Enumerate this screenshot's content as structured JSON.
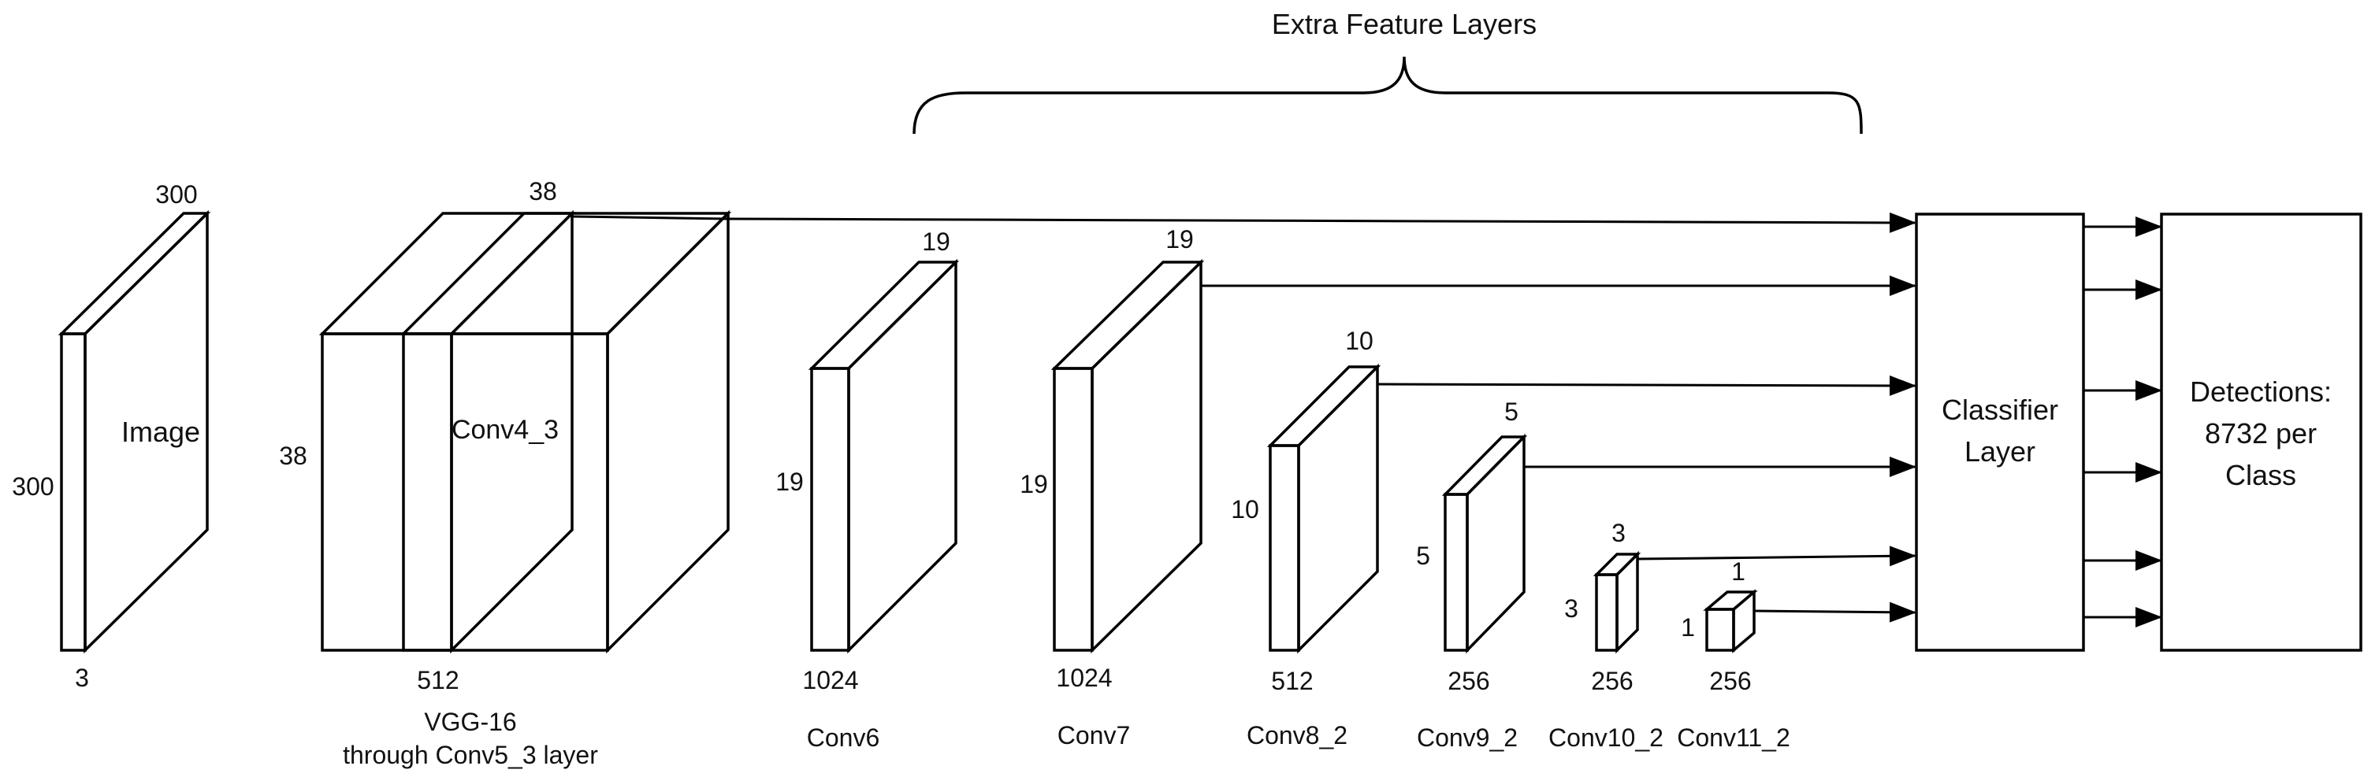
{
  "colors": {
    "image_front": "#a9d2ee",
    "image_side": "#deeef9",
    "feature_front": "#bde0b4",
    "feature_side": "#e1f1dc",
    "output_box": "#fde1d2",
    "stroke": "#000000",
    "white": "#ffffff"
  },
  "header": {
    "extra_layers_label": "Extra Feature Layers"
  },
  "image_block": {
    "label": "Image",
    "dim_top": "300",
    "dim_side": "300",
    "dim_bottom": "3"
  },
  "vgg_block": {
    "dim_left": "38",
    "dim_bottom": "512",
    "inner_label": "Conv4_3",
    "inner_dim_top": "38",
    "caption_line1": "VGG-16",
    "caption_line2": "through Conv5_3 layer"
  },
  "layers": [
    {
      "name": "Conv6",
      "dim_top": "19",
      "dim_side": "19",
      "channels": "1024"
    },
    {
      "name": "Conv7",
      "dim_top": "19",
      "dim_side": "19",
      "channels": "1024"
    },
    {
      "name": "Conv8_2",
      "dim_top": "10",
      "dim_side": "10",
      "channels": "512"
    },
    {
      "name": "Conv9_2",
      "dim_top": "5",
      "dim_side": "5",
      "channels": "256"
    },
    {
      "name": "Conv10_2",
      "dim_top": "3",
      "dim_side": "3",
      "channels": "256"
    },
    {
      "name": "Conv11_2",
      "dim_top": "1",
      "dim_side": "1",
      "channels": "256"
    }
  ],
  "classifier": {
    "line1": "Classifier",
    "line2": "Layer"
  },
  "detections": {
    "line1": "Detections:",
    "line2": "8732 per",
    "line3": "Class"
  }
}
